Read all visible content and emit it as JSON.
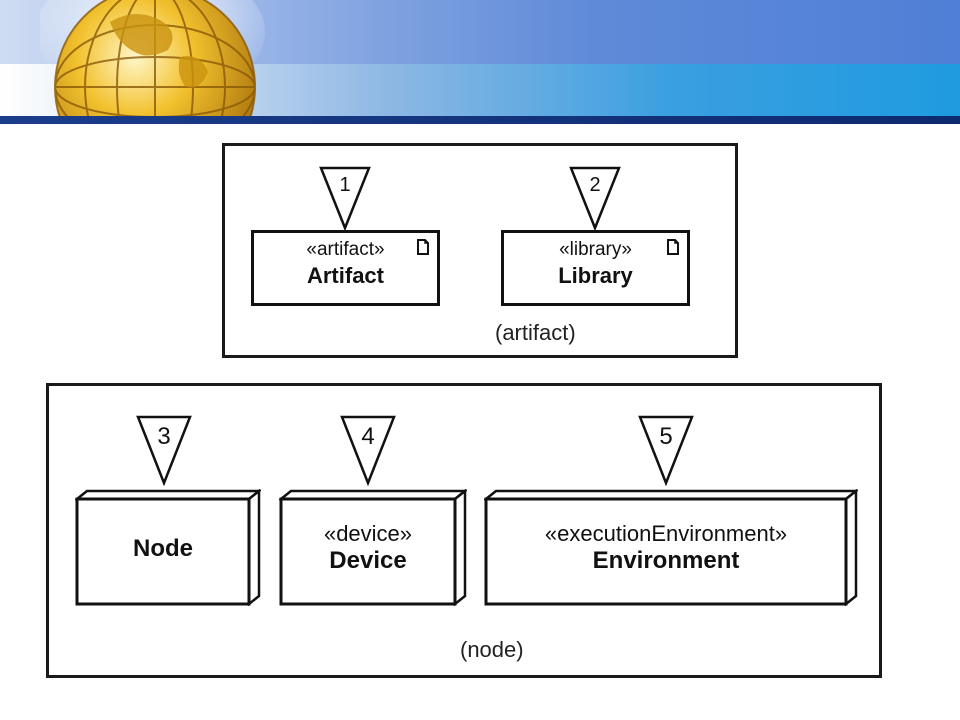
{
  "artifact_panel": {
    "label": "(artifact)",
    "items": [
      {
        "marker": "1",
        "stereotype": "«artifact»",
        "name": "Artifact",
        "icon": "document-icon"
      },
      {
        "marker": "2",
        "stereotype": "«library»",
        "name": "Library",
        "icon": "document-icon"
      }
    ]
  },
  "node_panel": {
    "label": "(node)",
    "items": [
      {
        "marker": "3",
        "stereotype": "",
        "name": "Node"
      },
      {
        "marker": "4",
        "stereotype": "«device»",
        "name": "Device"
      },
      {
        "marker": "5",
        "stereotype": "«executionEnvironment»",
        "name": "Environment"
      }
    ]
  },
  "colors": {
    "line": "#111111",
    "banner_accent": "#1f9be0",
    "banner_rule": "#0d2a70"
  }
}
